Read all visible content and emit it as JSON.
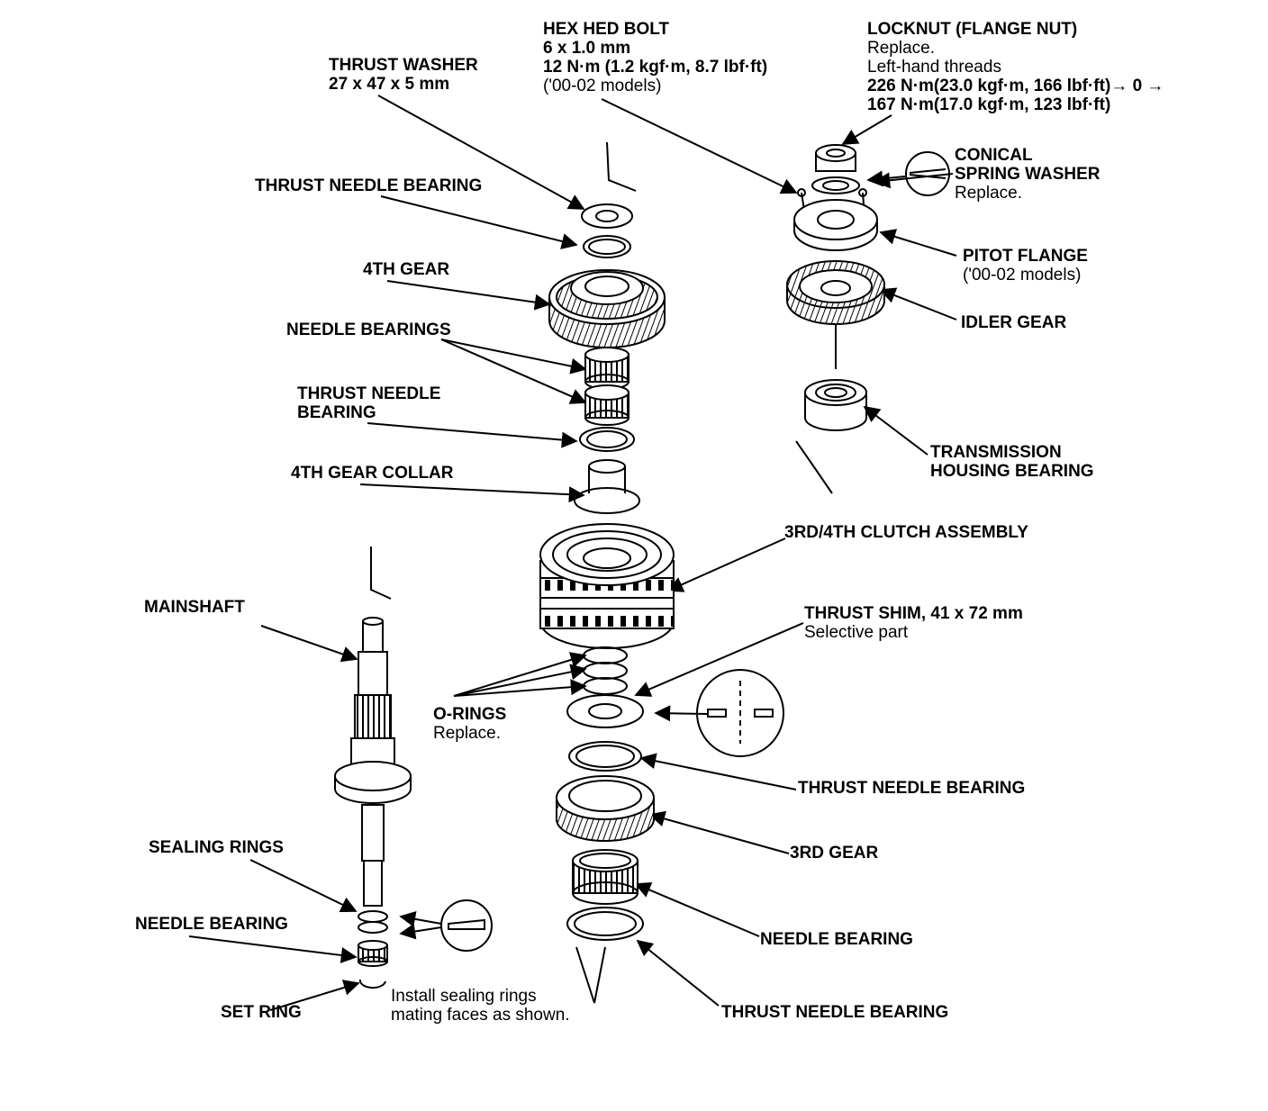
{
  "diagram": {
    "stroke_color": "#000000",
    "background_color": "#ffffff",
    "labels": {
      "hex_bolt": {
        "title": "HEX HED BOLT",
        "size": "6 x 1.0  mm",
        "torque": "12 N·m (1.2 kgf·m, 8.7 lbf·ft)",
        "models": "('00-02 models)"
      },
      "locknut": {
        "title": "LOCKNUT (FLANGE NUT)",
        "replace": "Replace.",
        "threads": "Left-hand threads",
        "torque1": "226 N·m(23.0 kgf·m, 166 lbf·ft)→ 0 →",
        "torque2": "167 N·m(17.0 kgf·m, 123 lbf·ft)"
      },
      "thrust_washer": {
        "title": "THRUST WASHER",
        "size": "27 x 47 x 5  mm"
      },
      "conical_washer": {
        "line1": "CONICAL",
        "line2": "SPRING WASHER",
        "replace": "Replace."
      },
      "thrust_needle_bearing_top": "THRUST NEEDLE BEARING",
      "pitot_flange": {
        "title": "PITOT FLANGE",
        "models": "('00-02 models)"
      },
      "fourth_gear": "4TH GEAR",
      "idler_gear": "IDLER GEAR",
      "needle_bearings": "NEEDLE BEARINGS",
      "thrust_needle_bearing_2": {
        "line1": "THRUST NEEDLE",
        "line2": "BEARING"
      },
      "transmission_housing_bearing": {
        "line1": "TRANSMISSION",
        "line2": "HOUSING BEARING"
      },
      "fourth_gear_collar": "4TH GEAR COLLAR",
      "clutch_assembly": "3RD/4TH CLUTCH ASSEMBLY",
      "mainshaft": "MAINSHAFT",
      "thrust_shim": {
        "title": "THRUST SHIM, 41 x 72 mm",
        "note": "Selective part"
      },
      "o_rings": {
        "title": "O-RINGS",
        "replace": "Replace."
      },
      "thrust_needle_bearing_3": "THRUST NEEDLE BEARING",
      "sealing_rings": "SEALING RINGS",
      "third_gear": "3RD GEAR",
      "needle_bearing_left": "NEEDLE BEARING",
      "needle_bearing_right": "NEEDLE BEARING",
      "set_ring": "SET RING",
      "install_note": {
        "line1": "Install sealing rings",
        "line2": "mating faces as shown."
      },
      "thrust_needle_bearing_bottom": "THRUST NEEDLE BEARING"
    }
  }
}
